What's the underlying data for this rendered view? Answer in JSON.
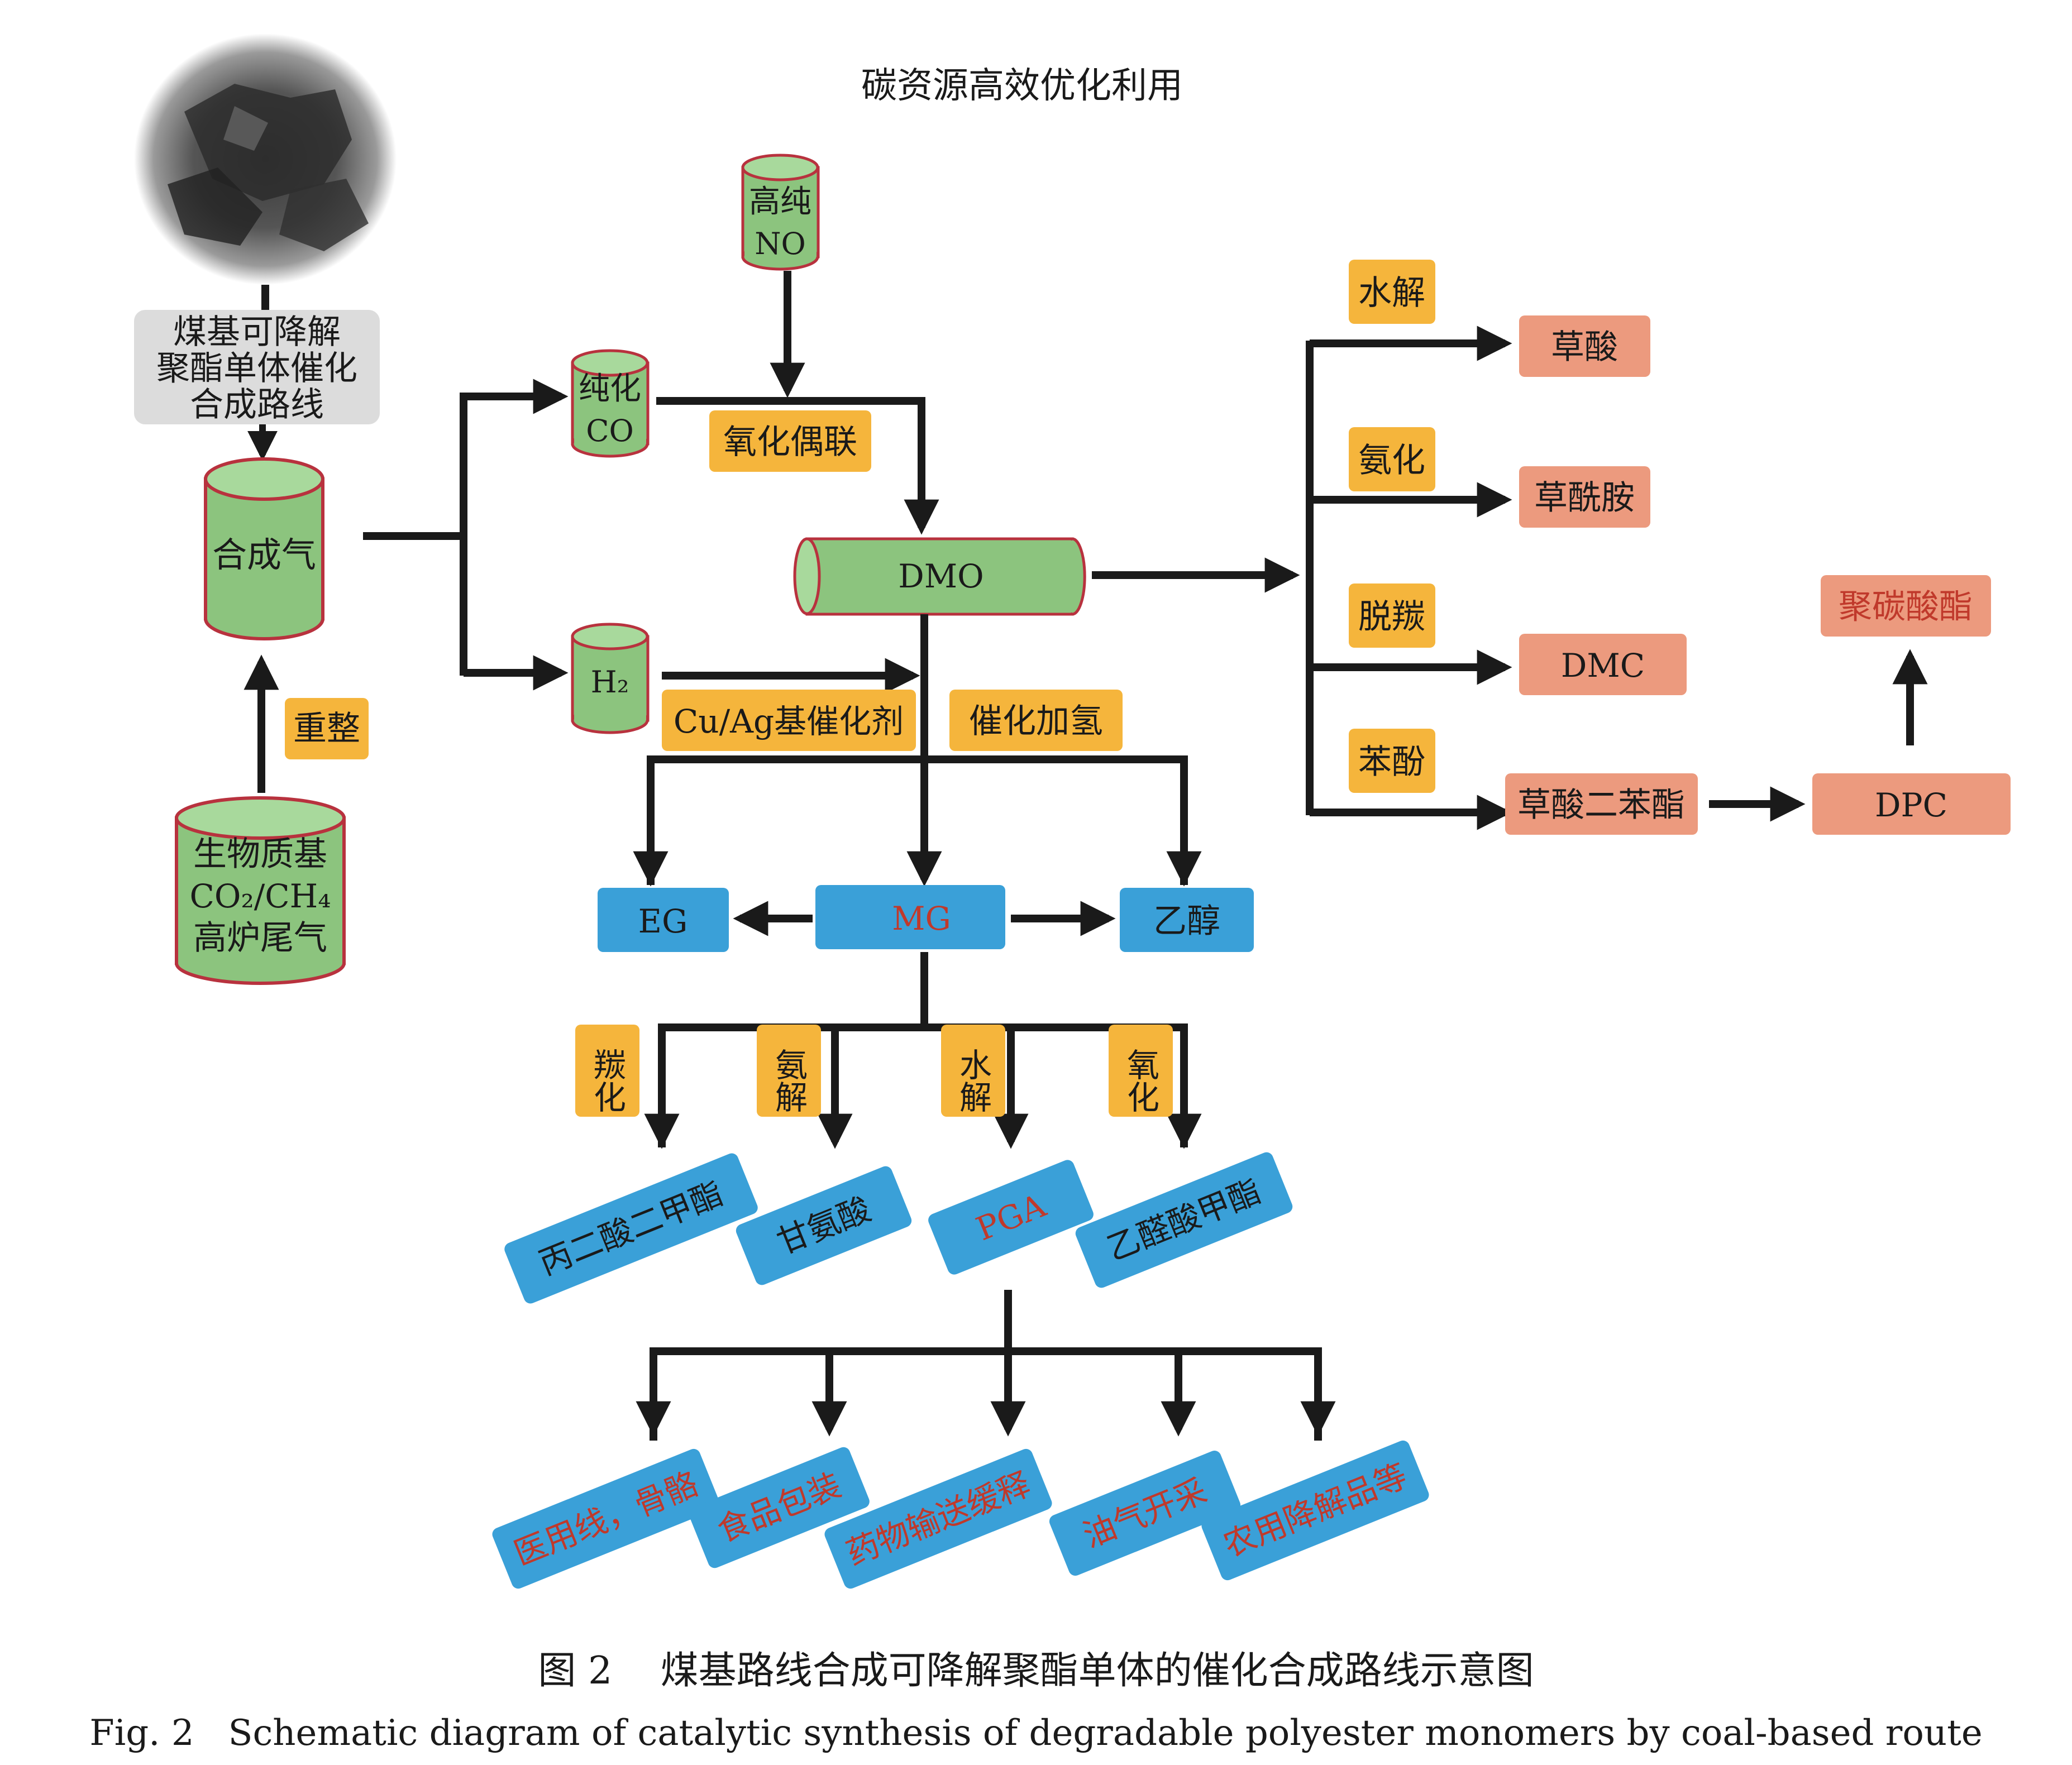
{
  "header": "碳资源高效优化利用",
  "route_label": [
    "煤基可降解",
    "聚酯单体催化",
    "合成路线"
  ],
  "nodes": {
    "syngas": "合成气",
    "reform": "重整",
    "biomass": [
      "生物质基",
      "CO₂/CH₄",
      "高炉尾气"
    ],
    "pure_co": [
      "纯化",
      "CO"
    ],
    "high_no": [
      "高纯",
      "NO"
    ],
    "h2": "H₂",
    "ox_coupling": "氧化偶联",
    "dmo": "DMO",
    "catalyst": "Cu/Ag基催化剂",
    "cat_hydro": "催化加氢",
    "eg": "EG",
    "mg": "MG",
    "ethanol": "乙醇",
    "mg_reactions": [
      "羰化",
      "氨解",
      "水解",
      "氧化"
    ],
    "mg_products": [
      "丙二酸二甲酯",
      "甘氨酸",
      "PGA",
      "乙醛酸甲酯"
    ],
    "pga_apps": [
      "医用线，骨骼",
      "食品包装",
      "药物输送缓释",
      "油气开采",
      "农用降解品等"
    ],
    "dmo_reactions": [
      "水解",
      "氨化",
      "脱羰",
      "苯酚"
    ],
    "dmo_products": [
      "草酸",
      "草酰胺",
      "DMC",
      "草酸二苯酯"
    ],
    "dpc": "DPC",
    "polycarbonate": "聚碳酸酯"
  },
  "caption": {
    "cn": "图 2    煤基路线合成可降解聚酯单体的催化合成路线示意图",
    "en": "Fig. 2   Schematic diagram of catalytic synthesis of degradable polyester monomers by coal-based route"
  },
  "colors": {
    "cylinder_green": "#8cc47e",
    "label_orange": "#f5b53c",
    "box_blue": "#3aa0d8",
    "box_salmon": "#ec9a7e",
    "text_red": "#c0392b",
    "line_black": "#1a1a1a",
    "grey_box": "#dcdcdc"
  }
}
